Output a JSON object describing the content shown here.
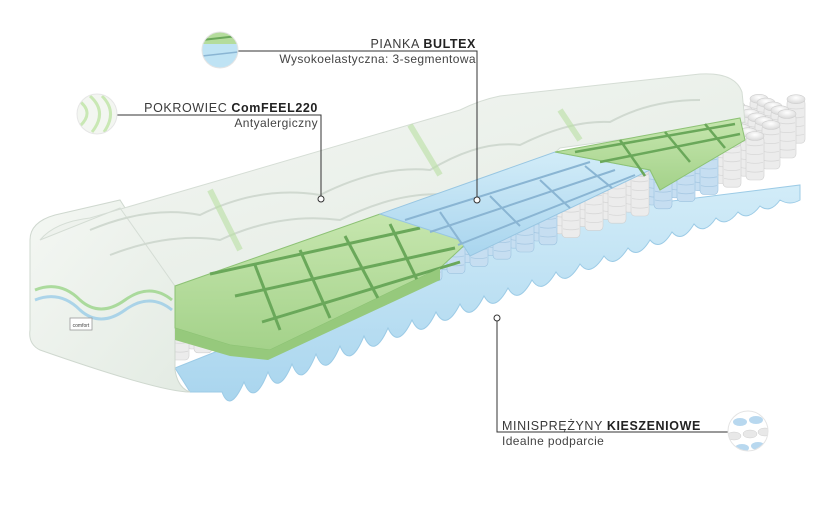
{
  "callouts": {
    "foam": {
      "title_light": "PIANKA ",
      "title_bold": "BULTEX",
      "subtitle": "Wysokoelastyczna: 3-segmentowa",
      "swatch_icon": "foam-swatch-icon"
    },
    "cover": {
      "title_light": "POKROWIEC ",
      "title_bold": "ComFEEL220",
      "subtitle": "Antyalergiczny",
      "swatch_icon": "fabric-swatch-icon"
    },
    "springs": {
      "title_light": "MINISPRĘŻYNY ",
      "title_bold": "KIESZENIOWE",
      "subtitle": "Idealne podparcie",
      "swatch_icon": "springs-swatch-icon"
    }
  },
  "mattress": {
    "brand_tag": "comfort",
    "colors": {
      "green_foam": "#b4dc9c",
      "green_groove": "#6aa85a",
      "blue_foam": "#bfe3f4",
      "spring_white": "#f2f2f2",
      "spring_blue": "#b8d8ef",
      "cover": "#eef3ee",
      "leader_line": "#333333"
    }
  }
}
